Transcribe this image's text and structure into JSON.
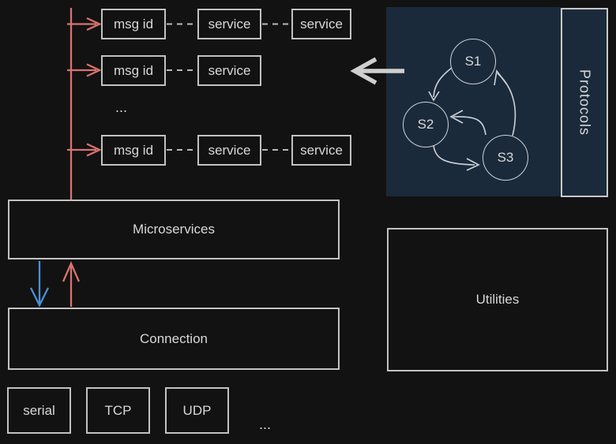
{
  "pipeline": {
    "rows": [
      {
        "boxes": [
          "msg id",
          "service",
          "service"
        ]
      },
      {
        "boxes": [
          "msg id",
          "service"
        ]
      },
      {
        "boxes": [
          "msg id",
          "service",
          "service"
        ]
      }
    ],
    "ellipsis": "..."
  },
  "layers": {
    "microservices": "Microservices",
    "connection": "Connection"
  },
  "utilities": {
    "label": "Utilities"
  },
  "protocols": {
    "label": "Protocols",
    "states": [
      "S1",
      "S2",
      "S3"
    ]
  },
  "transports": {
    "items": [
      "serial",
      "TCP",
      "UDP"
    ],
    "ellipsis": "..."
  },
  "colors": {
    "background": "#121212",
    "panel_navy": "#1b2a3b",
    "box_border": "#c2c2c2",
    "text": "#d8d8d8",
    "red_flow": "#d9736f",
    "blue_flow": "#4a8fd3",
    "gray_arrow": "#cfcfcf",
    "state_stroke": "#ccd2d8"
  }
}
